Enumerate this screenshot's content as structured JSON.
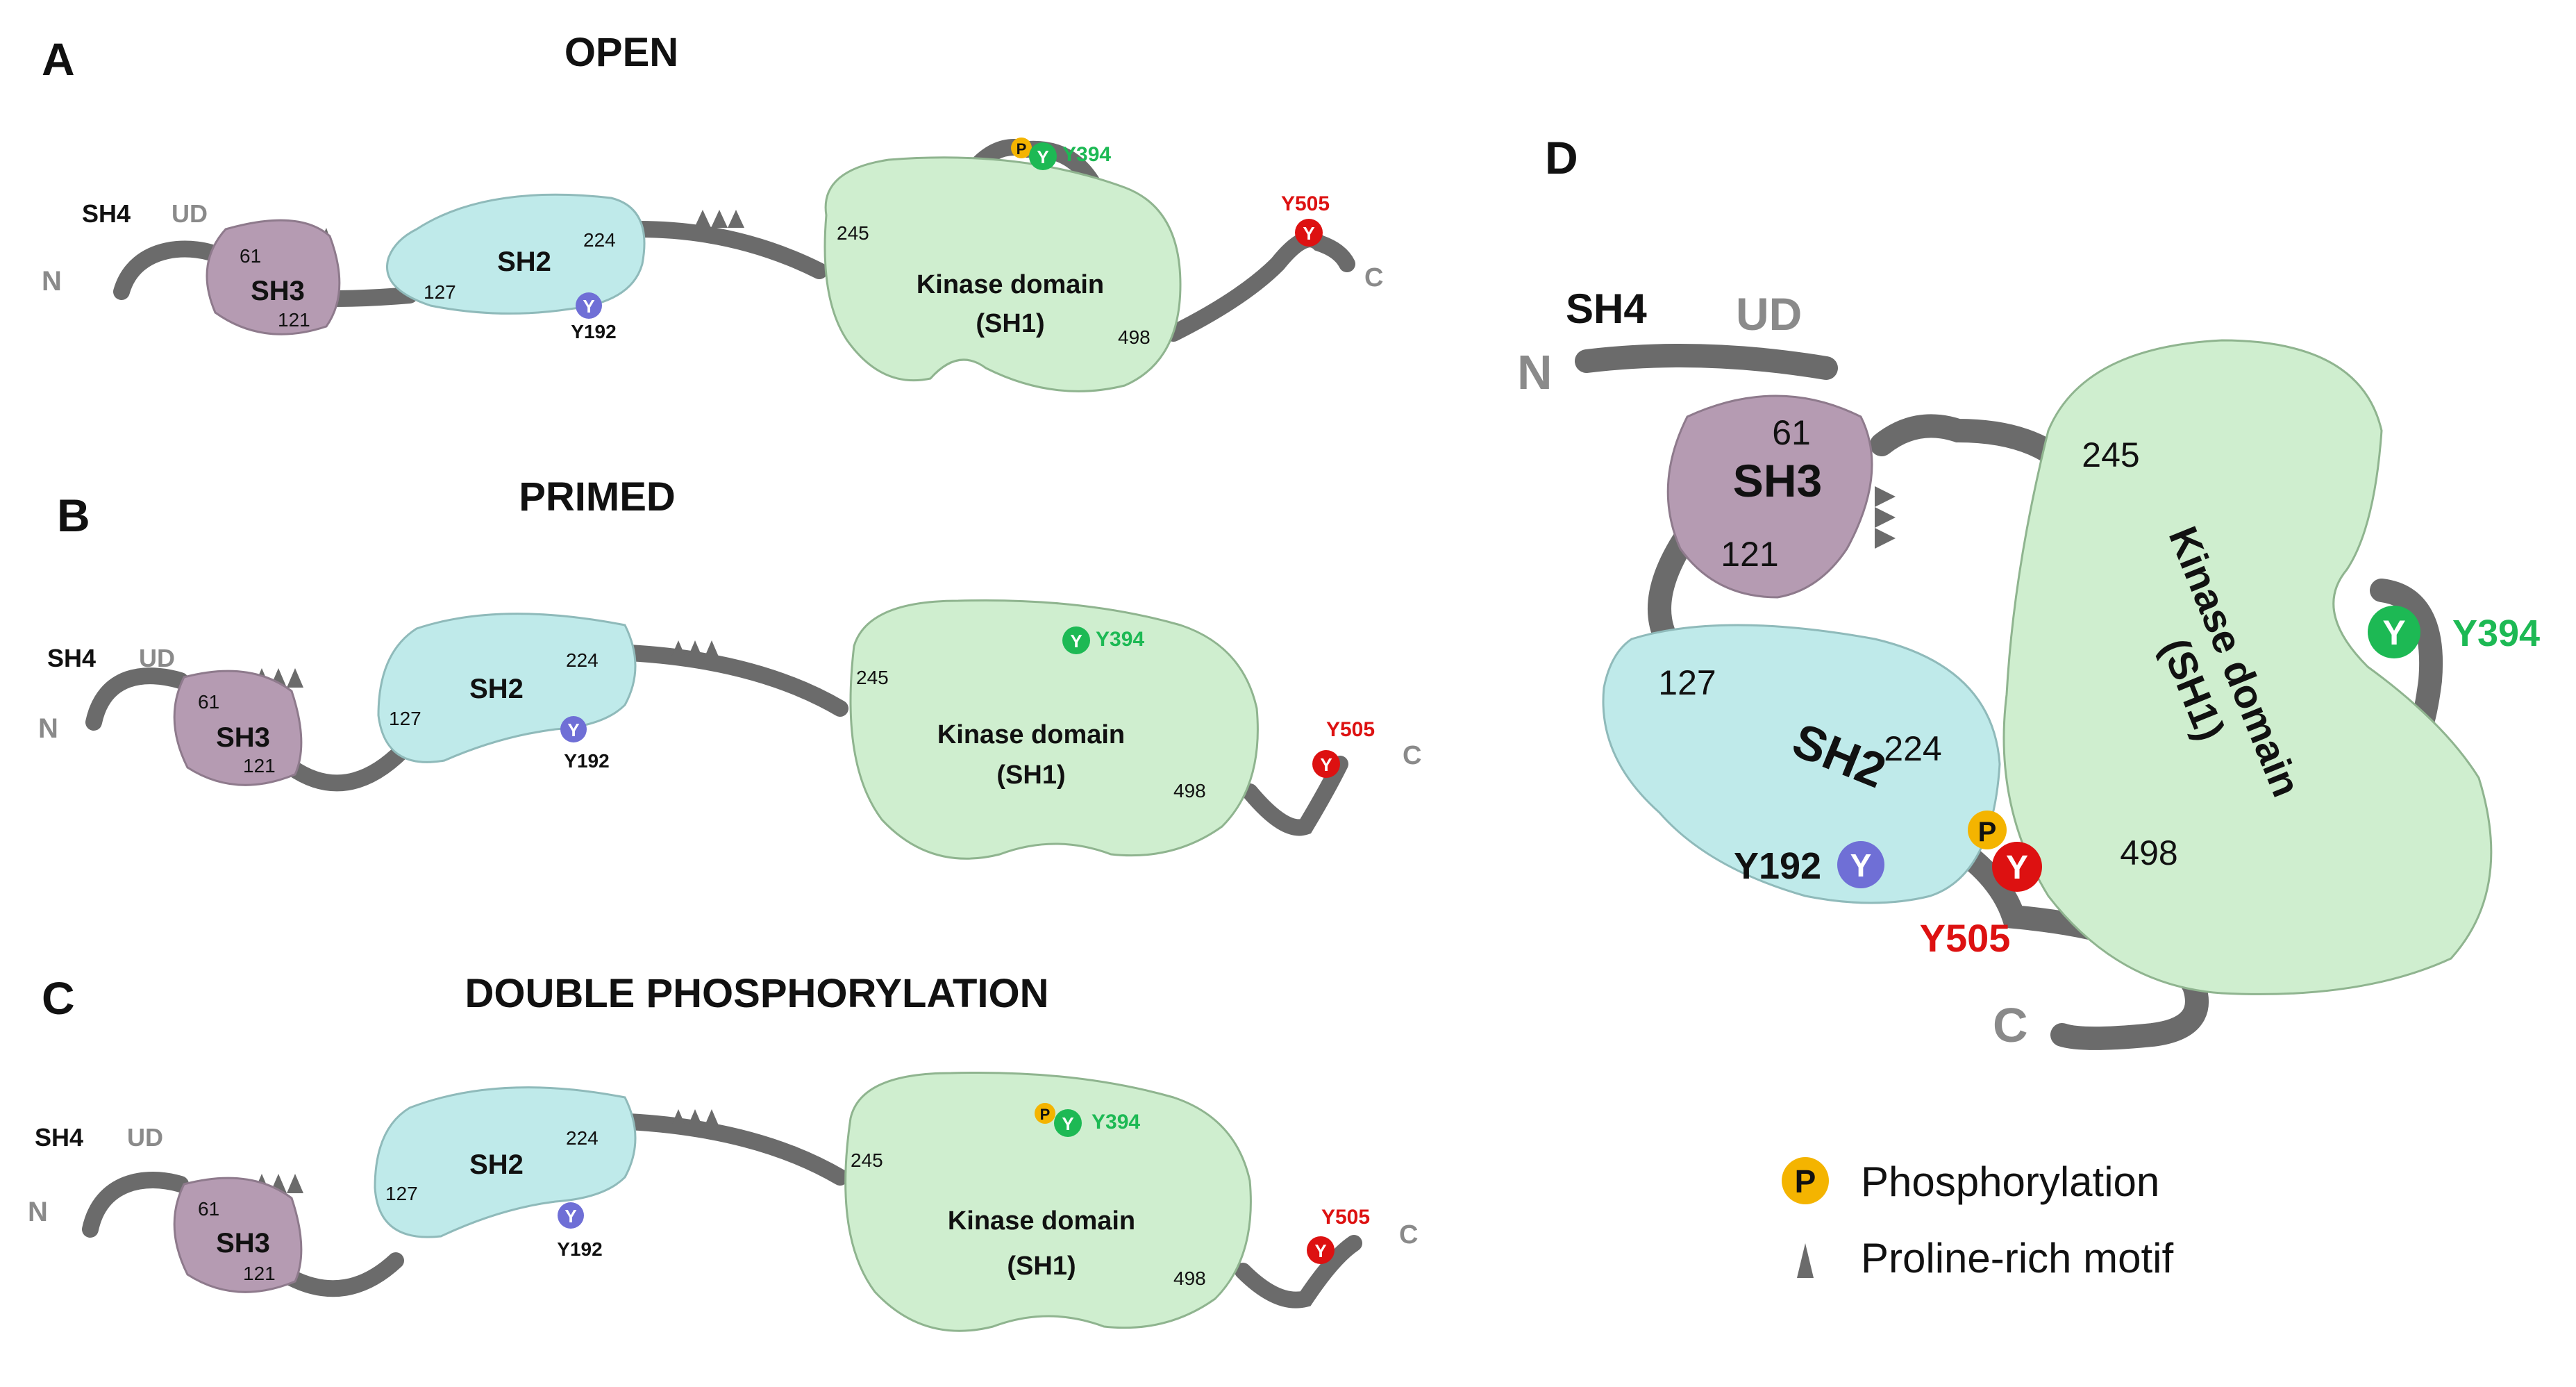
{
  "panels": {
    "A": {
      "letter": "A",
      "title": "OPEN"
    },
    "B": {
      "letter": "B",
      "title": "PRIMED"
    },
    "C": {
      "letter": "C",
      "title": "DOUBLE PHOSPHORYLATION"
    },
    "D": {
      "letter": "D"
    }
  },
  "labels": {
    "n": "N",
    "c": "C",
    "sh4": "SH4",
    "ud": "UD",
    "sh3": "SH3",
    "sh2": "SH2",
    "kinase_line1": "Kinase domain",
    "kinase_line2": "(SH1)",
    "res61": "61",
    "res121": "121",
    "res127": "127",
    "res224": "224",
    "res245": "245",
    "res498": "498",
    "y192": "Y192",
    "y394": "Y394",
    "y505": "Y505",
    "y": "Y",
    "p": "P"
  },
  "legend": {
    "phosphorylation": "Phosphorylation",
    "proline": "Proline-rich motif"
  },
  "colors": {
    "sh3_fill": "#b59bb2",
    "sh2_fill": "#bfeaea",
    "kinase_fill": "#cfeecf",
    "linker": "#6b6b6b",
    "y192": "#6f6fd6",
    "y394": "#1db954",
    "y505": "#dd1111",
    "phospho": "#f4b400",
    "grey_label": "#8a8a8a"
  }
}
